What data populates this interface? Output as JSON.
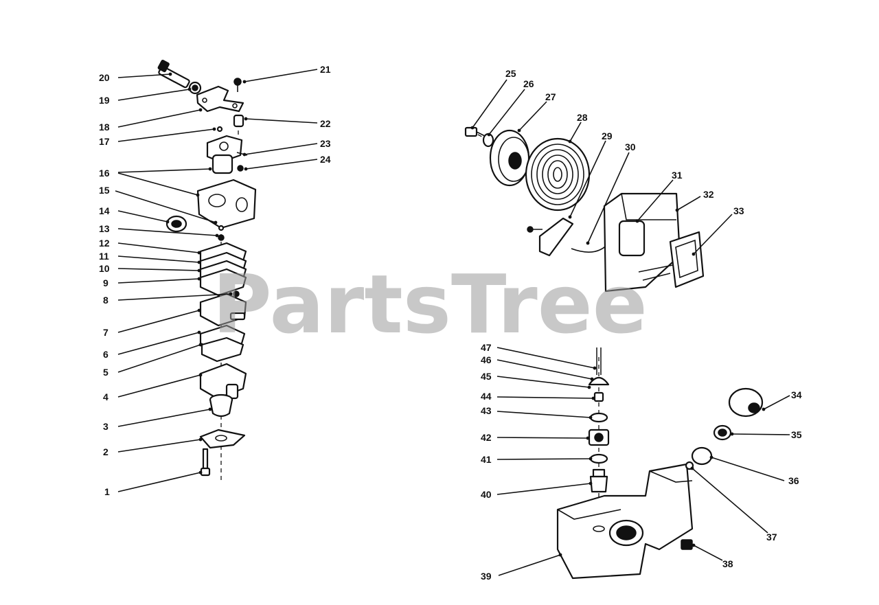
{
  "watermark": "PartsTree",
  "colors": {
    "ink": "#111111",
    "watermark": "#9a9a9a",
    "background": "#ffffff"
  },
  "callouts": {
    "c1": "1",
    "c2": "2",
    "c3": "3",
    "c4": "4",
    "c5": "5",
    "c6": "6",
    "c7": "7",
    "c8": "8",
    "c9": "9",
    "c10": "10",
    "c11": "11",
    "c12": "12",
    "c13": "13",
    "c14": "14",
    "c15": "15",
    "c16": "16",
    "c17": "17",
    "c18": "18",
    "c19": "19",
    "c20": "20",
    "c21": "21",
    "c22": "22",
    "c23": "23",
    "c24": "24",
    "c25": "25",
    "c26": "26",
    "c27": "27",
    "c28": "28",
    "c29": "29",
    "c30": "30",
    "c31": "31",
    "c32": "32",
    "c33": "33",
    "c34": "34",
    "c35": "35",
    "c36": "36",
    "c37": "37",
    "c38": "38",
    "c39": "39",
    "c40": "40",
    "c41": "41",
    "c42": "42",
    "c43": "43",
    "c44": "44",
    "c45": "45",
    "c46": "46",
    "c47": "47"
  }
}
